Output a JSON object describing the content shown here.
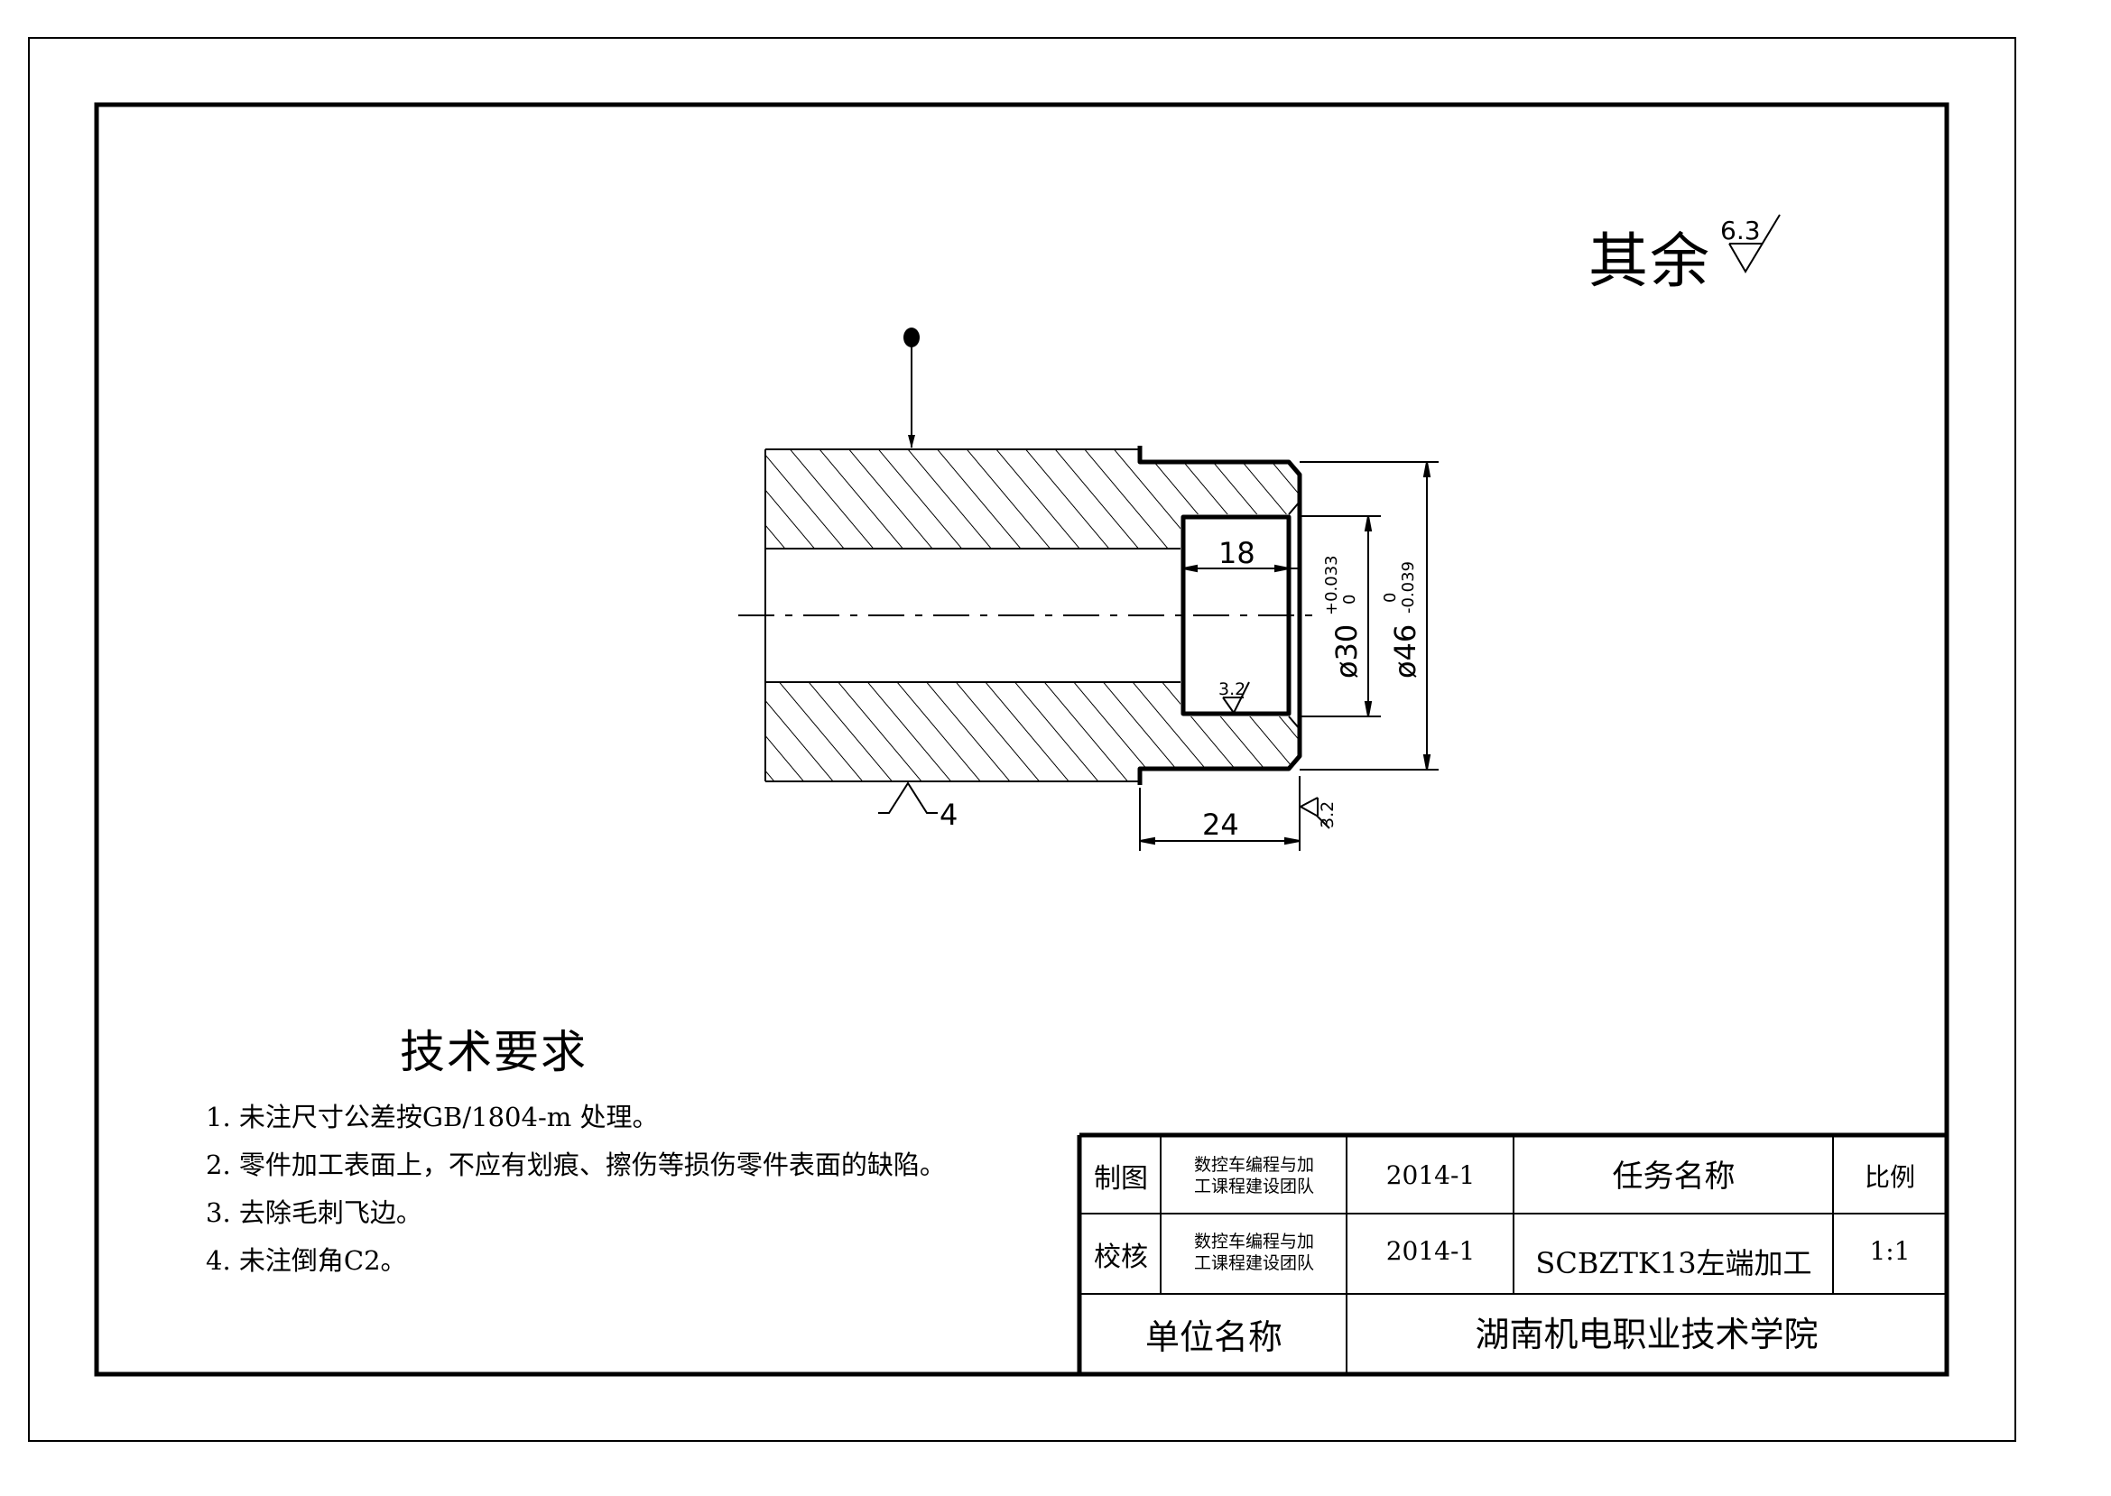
{
  "drawing": {
    "general_roughness": {
      "label": "其余",
      "value": "6.3"
    },
    "dimensions": {
      "bore_depth": "18",
      "step_length": "24",
      "bore_diameter": {
        "symbol": "ø",
        "nominal": "30",
        "upper_tol": "+0.033",
        "lower_tol": "0"
      },
      "outer_diameter": {
        "symbol": "ø",
        "nominal": "46",
        "upper_tol": "0",
        "lower_tol": "-0.039"
      }
    },
    "roughness_marks": {
      "bore_bottom": "3.2",
      "right_face": "3.2",
      "bottom_surface": "4"
    }
  },
  "technical_requirements": {
    "title": "技术要求",
    "items": [
      "1.  未注尺寸公差按GB/1804-m 处理。",
      "2.  零件加工表面上，不应有划痕、擦伤等损伤零件表面的缺陷。",
      "3.  去除毛刺飞边。",
      "4.  未注倒角C2。"
    ]
  },
  "title_block": {
    "drawn_label": "制图",
    "drawn_by_line1": "数控车编程与加",
    "drawn_by_line2": "工课程建设团队",
    "drawn_date": "2014-1",
    "checked_label": "校核",
    "checked_by_line1": "数控车编程与加",
    "checked_by_line2": "工课程建设团队",
    "checked_date": "2014-1",
    "task_name_label": "任务名称",
    "task_name": "SCBZTK13左端加工",
    "scale_label": "比例",
    "scale": "1:1",
    "unit_label": "单位名称",
    "unit_name": "湖南机电职业技术学院"
  }
}
